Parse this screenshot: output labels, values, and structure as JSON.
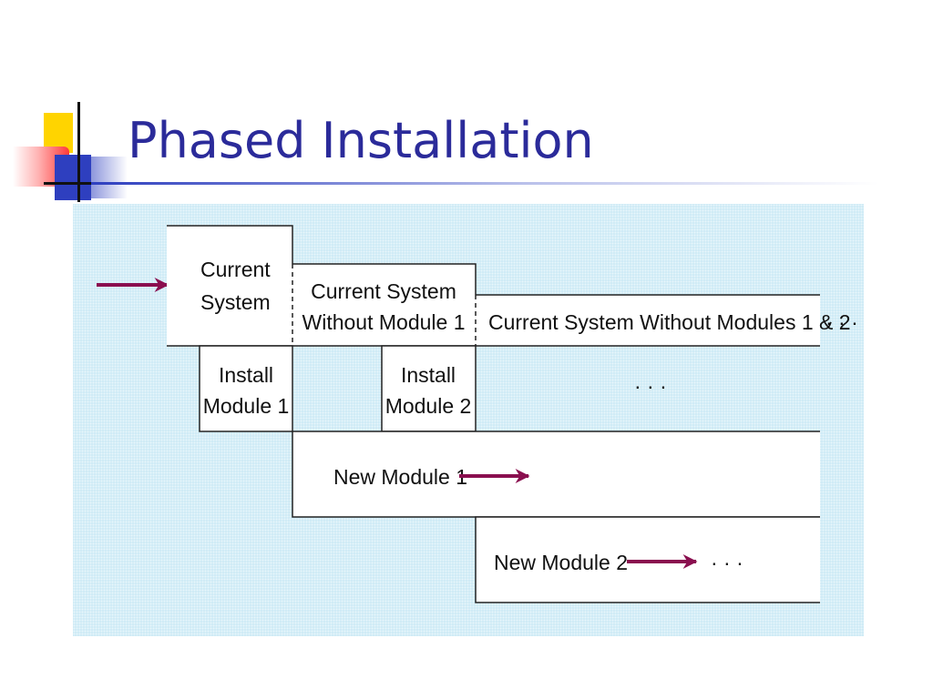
{
  "slide": {
    "title": "Phased Installation"
  },
  "diagram": {
    "current_system": [
      "Current",
      "System"
    ],
    "current_system_without_module_1": [
      "Current System",
      "Without Module 1"
    ],
    "current_system_without_modules_1_2": "Current System Without Modules 1 & 2",
    "install_module_1": [
      "Install",
      "Module 1"
    ],
    "install_module_2": [
      "Install",
      "Module 2"
    ],
    "new_module_1": "New Module 1",
    "new_module_2": "New Module 2",
    "ellipsis": "· · ·",
    "colors": {
      "panel_background": "#cdeaf6",
      "box_fill": "#ffffff",
      "box_stroke": "#222222",
      "arrow": "#8a0f4f",
      "title": "#2b2b9a"
    }
  }
}
